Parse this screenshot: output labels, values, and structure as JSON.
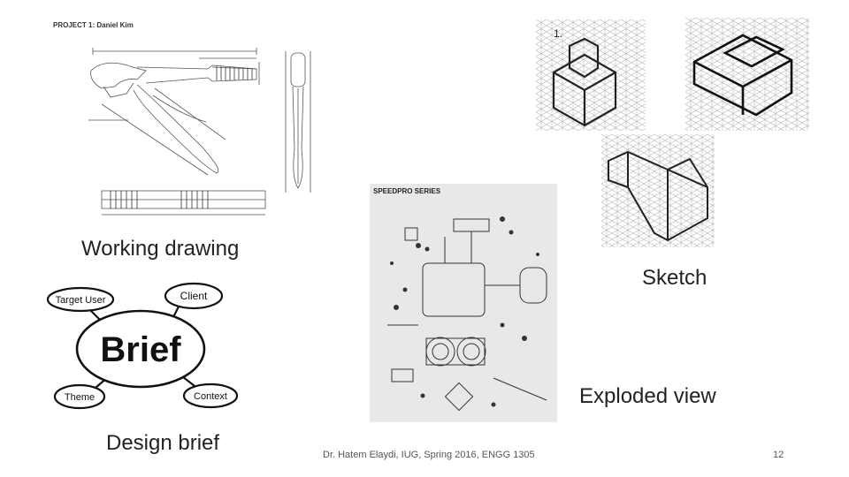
{
  "slide": {
    "project_label": "PROJECT 1: Daniel Kim",
    "captions": {
      "working_drawing": "Working drawing",
      "sketch": "Sketch",
      "exploded_view": "Exploded view",
      "design_brief": "Design brief"
    },
    "brief_diagram": {
      "center": "Brief",
      "target_user": "Target User",
      "client": "Client",
      "theme": "Theme",
      "context": "Context"
    },
    "exploded_title": "SPEEDPRO SERIES",
    "sketch_number": "1.",
    "footer": "Dr. Hatem Elaydi, IUG, Spring 2016, ENGG 1305",
    "page_number": "12"
  }
}
